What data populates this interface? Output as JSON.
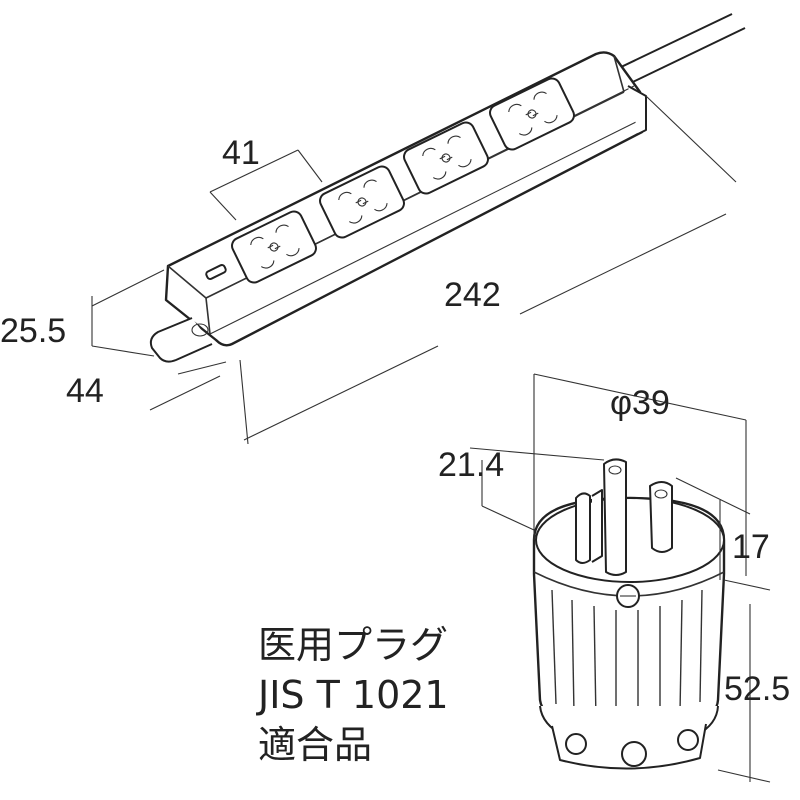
{
  "figure": {
    "power_strip": {
      "outlets": 4,
      "dimensions": {
        "outlet_pitch": "41",
        "length": "242",
        "height": "25.5",
        "width": "44"
      }
    },
    "plug": {
      "dimensions": {
        "diameter": "φ39",
        "blade_length": "21.4",
        "ground_offset": "17",
        "body_length": "52.5"
      }
    },
    "note_lines": [
      "医用プラグ",
      "JIS T 1021",
      "適合品"
    ]
  }
}
